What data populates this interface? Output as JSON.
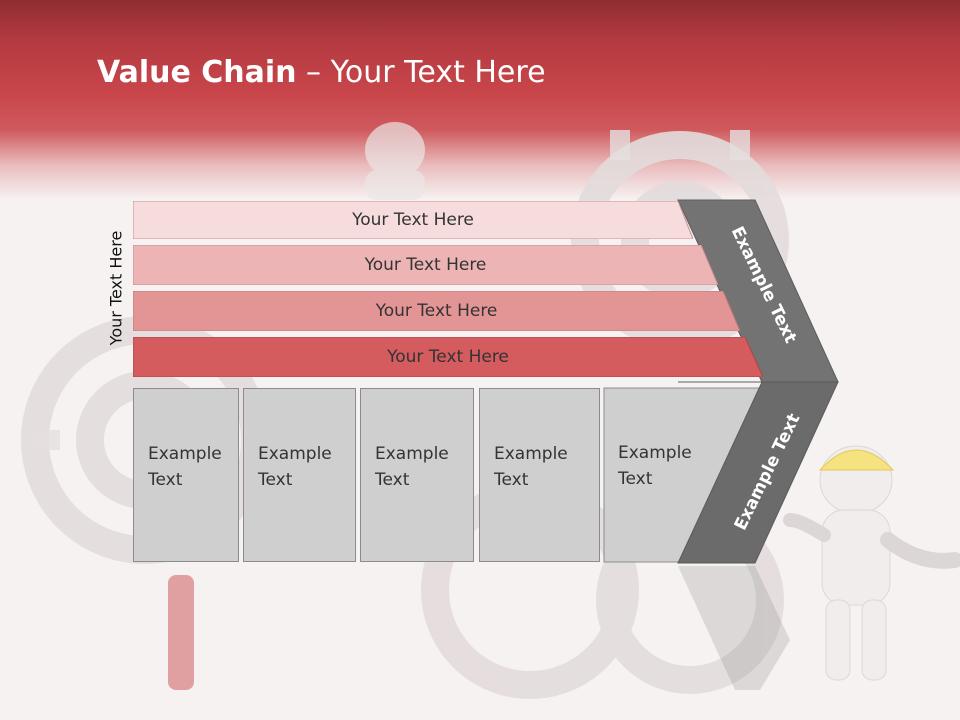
{
  "title": {
    "bold": "Value Chain",
    "rest": " – Your Text Here"
  },
  "side_label": "Your Text Here",
  "bands": [
    {
      "label": "Your Text Here",
      "fill": "#f6dcdd"
    },
    {
      "label": "Your Text Here",
      "fill": "#edb4b6"
    },
    {
      "label": "Your Text Here",
      "fill": "#e39596"
    },
    {
      "label": "Your Text Here",
      "fill": "#d45b5e"
    }
  ],
  "boxes": [
    {
      "line1": "Example",
      "line2": "Text"
    },
    {
      "line1": "Example",
      "line2": "Text"
    },
    {
      "line1": "Example",
      "line2": "Text"
    },
    {
      "line1": "Example",
      "line2": "Text"
    },
    {
      "line1": "Example",
      "line2": "Text"
    }
  ],
  "chevron": {
    "upper_text": "Example Text",
    "lower_text": "Example Text",
    "upper_color": "#737373",
    "lower_color": "#6b6b6b"
  },
  "colors": {
    "header": "#c9464b",
    "box": "#cfcfcf"
  }
}
